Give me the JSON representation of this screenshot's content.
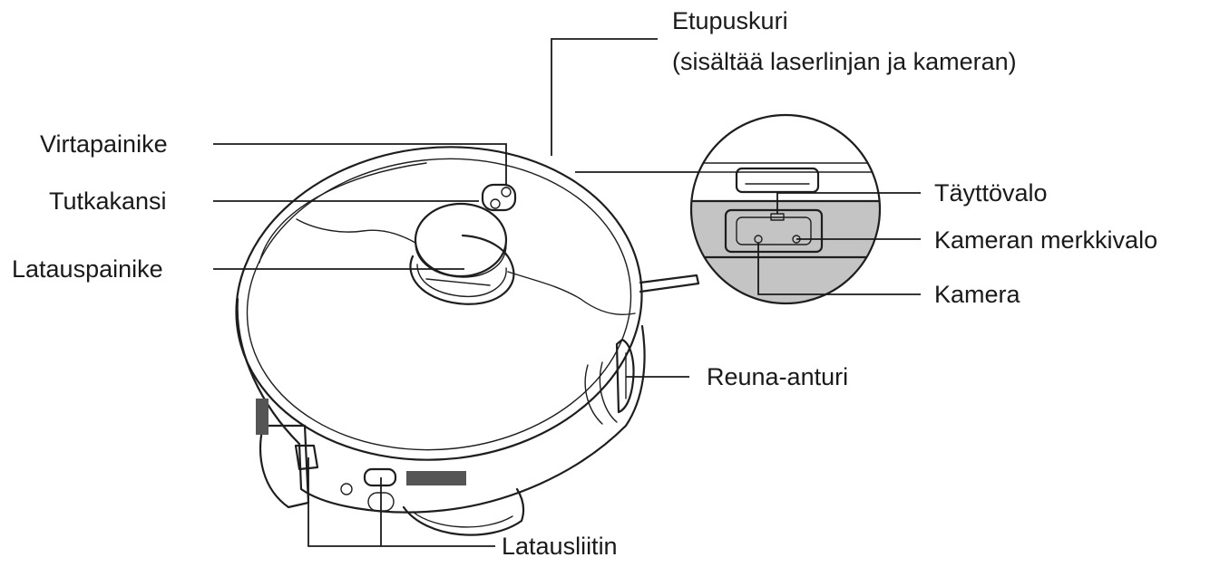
{
  "labels": {
    "front_bumper_line1": "Etupuskuri",
    "front_bumper_line2": "(sisältää laserlinjan ja kameran)",
    "power_button": "Virtapainike",
    "radar_cover": "Tutkakansi",
    "charging_button": "Latauspainike",
    "fill_light": "Täyttövalo",
    "camera_indicator_light": "Kameran merkkivalo",
    "camera": "Kamera",
    "edge_sensor": "Reuna-anturi",
    "charging_contacts": "Latausliitin"
  },
  "colors": {
    "line": "#1a1a1a",
    "bumper_shade": "#c4c4c4",
    "background": "#ffffff"
  }
}
